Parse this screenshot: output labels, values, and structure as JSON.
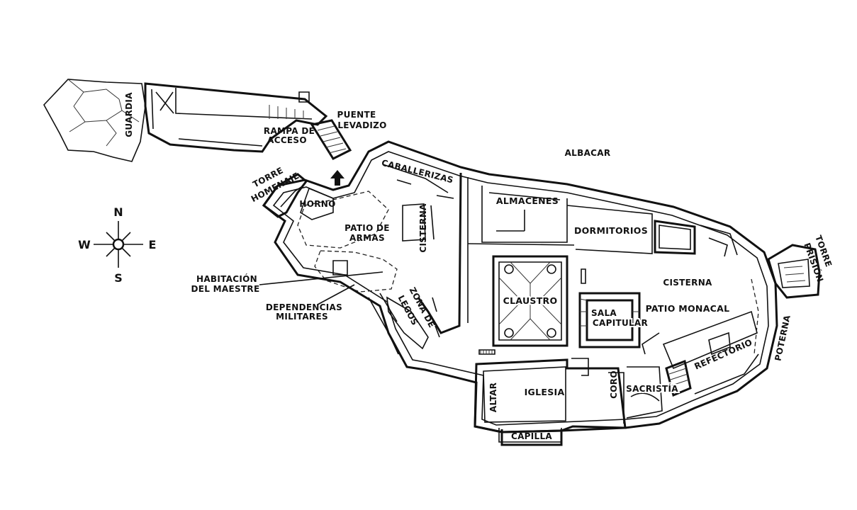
{
  "map": {
    "compass": {
      "north": "N",
      "south": "S",
      "east": "E",
      "west": "W",
      "icon": "compass-rose-icon"
    },
    "labels": {
      "guardia": "GUARDIA",
      "rampa_1": "RAMPA DE",
      "rampa_2": "ACCESO",
      "puente_1": "PUENTE",
      "puente_2": "LEVADIZO",
      "albacar": "ALBACAR",
      "torre_homenaje_1": "TORRE",
      "torre_homenaje_2": "HOMENAJE",
      "horno": "HORNO",
      "caballerizas": "CABALLERIZAS",
      "patio_armas_1": "PATIO DE",
      "patio_armas_2": "ARMAS",
      "cisterna_vert": "CISTERNA",
      "almacenes": "ALMACENES",
      "dormitorios": "DORMITORIOS",
      "torre_prision_1": "TORRE",
      "torre_prision_2": "PRISIÓN",
      "habitacion_1": "HABITACIÓN",
      "habitacion_2": "DEL MAESTRE",
      "dependencias_1": "DEPENDENCIAS",
      "dependencias_2": "MILITARES",
      "zona_legos_1": "ZONA DE",
      "zona_legos_2": "LEGOS",
      "claustro": "CLAUSTRO",
      "sala_capitular_1": "SALA",
      "sala_capitular_2": "CAPITULAR",
      "cisterna": "CISTERNA",
      "patio_monacal": "PATIO MONACAL",
      "refectorio": "REFECTORIO",
      "poterna": "POTERNA",
      "altar": "ALTAR",
      "iglesia": "IGLESIA",
      "coro": "CORO",
      "sacristia": "SACRISTÍA",
      "capilla": "CAPILLA"
    }
  }
}
